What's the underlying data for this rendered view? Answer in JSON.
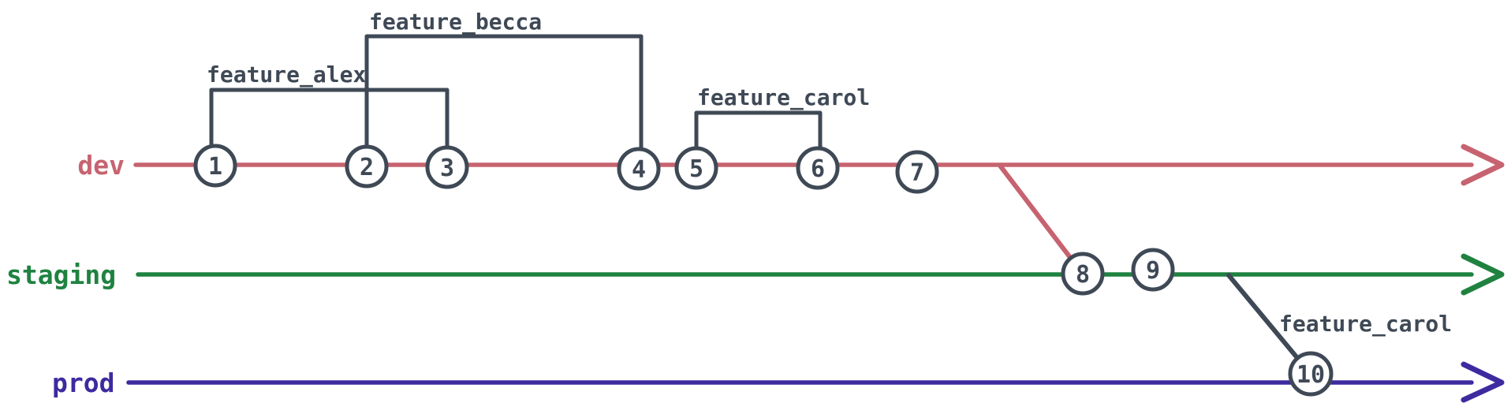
{
  "diagram": {
    "type": "git-branch-timeline",
    "colors": {
      "dev_branch": "#c76370",
      "staging_branch": "#1f8240",
      "prod_branch": "#3e2a9f",
      "node_outline": "#3f4956",
      "background": "#ffffff"
    },
    "branches": [
      {
        "label": "dev",
        "color": "#c76370",
        "commit_ids": [
          "1",
          "2",
          "3",
          "4",
          "5",
          "6",
          "7"
        ]
      },
      {
        "label": "staging",
        "color": "#1f8240",
        "commit_ids": [
          "8",
          "9"
        ]
      },
      {
        "label": "prod",
        "color": "#3e2a9f",
        "commit_ids": [
          "10"
        ]
      }
    ],
    "commits": [
      {
        "id": "1",
        "branch": "dev"
      },
      {
        "id": "2",
        "branch": "dev"
      },
      {
        "id": "3",
        "branch": "dev"
      },
      {
        "id": "4",
        "branch": "dev"
      },
      {
        "id": "5",
        "branch": "dev"
      },
      {
        "id": "6",
        "branch": "dev"
      },
      {
        "id": "7",
        "branch": "dev"
      },
      {
        "id": "8",
        "branch": "staging"
      },
      {
        "id": "9",
        "branch": "staging"
      },
      {
        "id": "10",
        "branch": "prod"
      }
    ],
    "feature_brackets": [
      {
        "label": "feature_alex",
        "branch": "dev",
        "from_commit": "1",
        "to_commit": "3"
      },
      {
        "label": "feature_becca",
        "branch": "dev",
        "from_commit": "2",
        "to_commit": "4"
      },
      {
        "label": "feature_carol",
        "branch": "dev",
        "from_commit": "5",
        "to_commit": "6"
      }
    ],
    "merge_edges": [
      {
        "label": "",
        "from_branch": "dev",
        "to_branch": "staging",
        "to_commit": "8"
      },
      {
        "label": "feature_carol",
        "from_branch": "staging",
        "to_branch": "prod",
        "to_commit": "10"
      }
    ]
  }
}
